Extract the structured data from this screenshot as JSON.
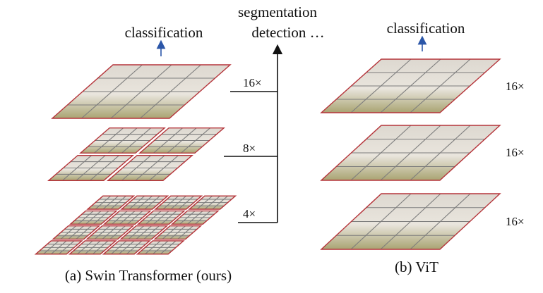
{
  "colors": {
    "border": "#b5343a",
    "grid": "#7d7d7d",
    "arrow_blue": "#2b56a8",
    "arrow_black": "#111111",
    "fill_top": "#ddd8d0",
    "fill_mid": "#e8e4dc",
    "fill_bottom": "#a9a472"
  },
  "swin": {
    "output_label": "classification",
    "tasks_label_line1": "segmentation",
    "tasks_label_line2": "detection …",
    "levels": [
      {
        "label": "16×",
        "tiles_per_side": 1,
        "grid": 4
      },
      {
        "label": "8×",
        "tiles_per_side": 2,
        "grid": 4
      },
      {
        "label": "4×",
        "tiles_per_side": 4,
        "grid": 4
      }
    ],
    "caption": "(a) Swin Transformer (ours)"
  },
  "vit": {
    "output_label": "classification",
    "levels": [
      {
        "label": "16×"
      },
      {
        "label": "16×"
      },
      {
        "label": "16×"
      }
    ],
    "caption": "(b) ViT"
  }
}
